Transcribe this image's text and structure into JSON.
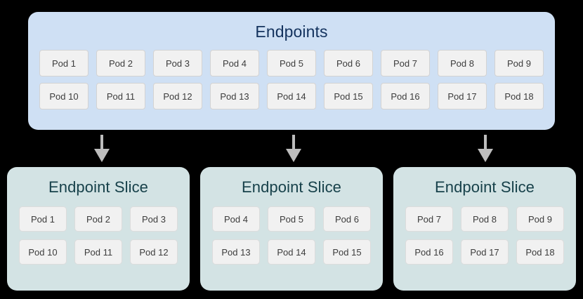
{
  "diagram": {
    "background_color": "#000000",
    "endpoints": {
      "title": "Endpoints",
      "box_color": "#cfe0f4",
      "title_color": "#14335e",
      "rows": [
        [
          "Pod 1",
          "Pod 2",
          "Pod 3",
          "Pod 4",
          "Pod 5",
          "Pod 6",
          "Pod 7",
          "Pod 8",
          "Pod 9"
        ],
        [
          "Pod 10",
          "Pod 11",
          "Pod 12",
          "Pod 13",
          "Pod 14",
          "Pod 15",
          "Pod 16",
          "Pod 17",
          "Pod 18"
        ]
      ]
    },
    "arrows": {
      "count": 3,
      "direction": "down",
      "color": "#bdbdbd"
    },
    "slices": [
      {
        "title": "Endpoint Slice",
        "box_color": "#d3e3e4",
        "title_color": "#17414a",
        "rows": [
          [
            "Pod 1",
            "Pod 2",
            "Pod 3"
          ],
          [
            "Pod 10",
            "Pod 11",
            "Pod 12"
          ]
        ]
      },
      {
        "title": "Endpoint Slice",
        "box_color": "#d3e3e4",
        "title_color": "#17414a",
        "rows": [
          [
            "Pod 4",
            "Pod 5",
            "Pod 6"
          ],
          [
            "Pod 13",
            "Pod 14",
            "Pod 15"
          ]
        ]
      },
      {
        "title": "Endpoint Slice",
        "box_color": "#d3e3e4",
        "title_color": "#17414a",
        "rows": [
          [
            "Pod 7",
            "Pod 8",
            "Pod 9"
          ],
          [
            "Pod 16",
            "Pod 17",
            "Pod 18"
          ]
        ]
      }
    ]
  }
}
